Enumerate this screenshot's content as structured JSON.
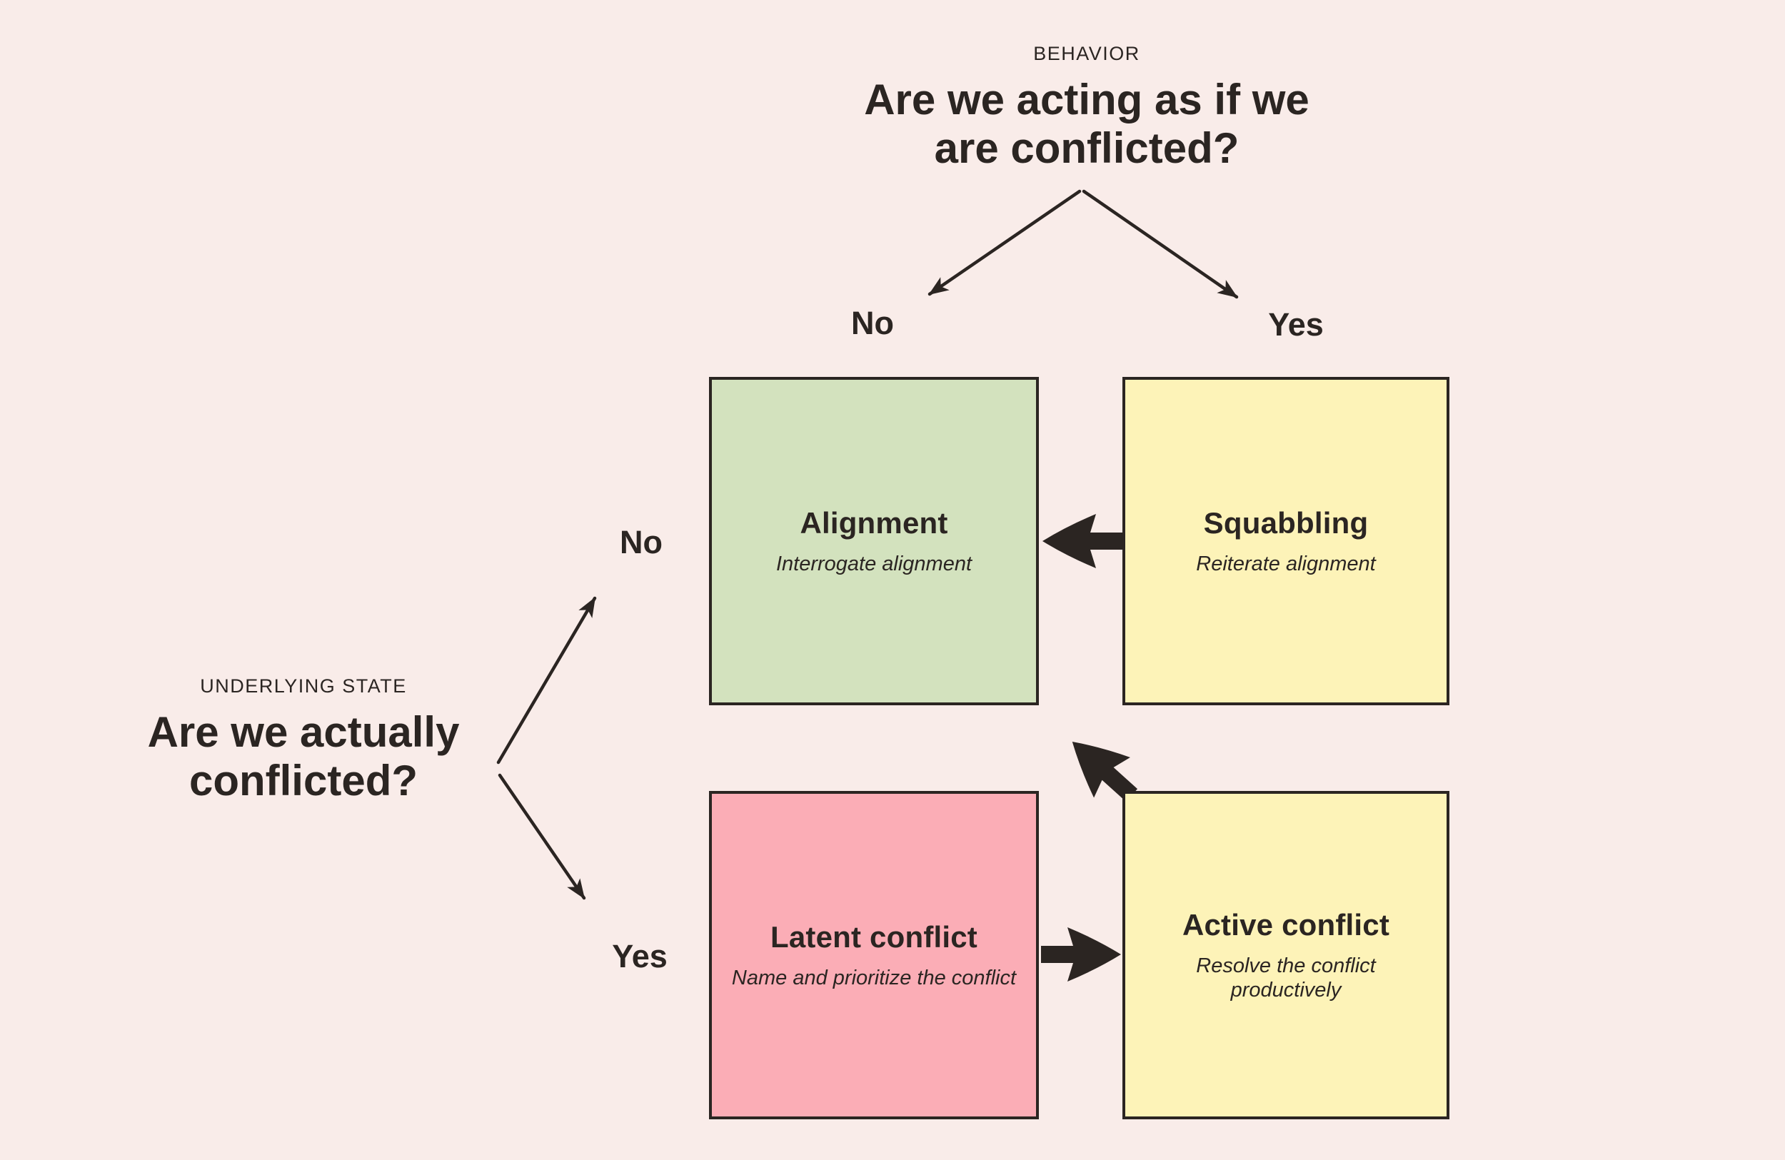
{
  "colors": {
    "background": "#f9ece9",
    "ink": "#2b2522",
    "green": "#d3e2be",
    "yellow": "#fdf3b8",
    "pink": "#fbadb6"
  },
  "behavior_axis": {
    "eyebrow": "BEHAVIOR",
    "question_line1": "Are we acting as if we",
    "question_line2": "are conflicted?",
    "no_label": "No",
    "yes_label": "Yes"
  },
  "state_axis": {
    "eyebrow": "UNDERLYING STATE",
    "question_line1": "Are we actually",
    "question_line2": "conflicted?",
    "no_label": "No",
    "yes_label": "Yes"
  },
  "quadrants": [
    {
      "title": "Alignment",
      "subtitle": "Interrogate alignment",
      "color": "#d3e2be"
    },
    {
      "title": "Squabbling",
      "subtitle": "Reiterate alignment",
      "color": "#fdf3b8"
    },
    {
      "title": "Latent conflict",
      "subtitle": "Name and prioritize the conflict",
      "color": "#fbadb6"
    },
    {
      "title": "Active conflict",
      "subtitle": "Resolve the conflict productively",
      "color": "#fdf3b8"
    }
  ]
}
